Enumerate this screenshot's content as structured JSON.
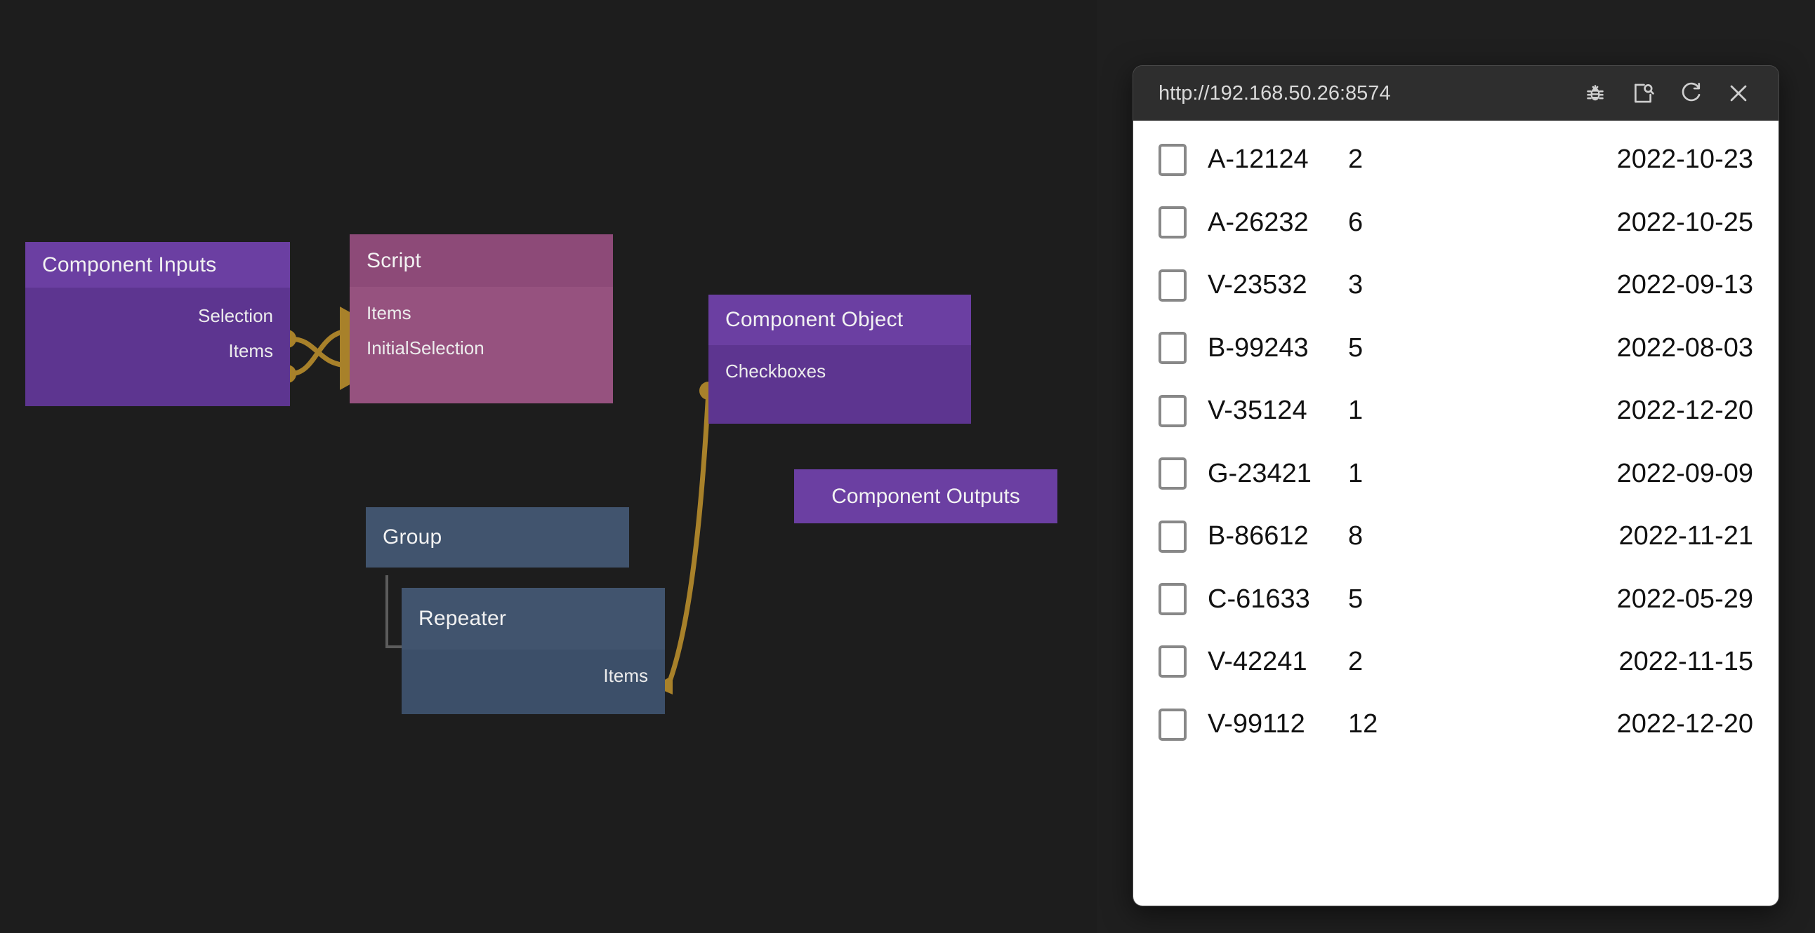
{
  "canvas": {
    "background_color": "#1d1d1d",
    "nodes": [
      {
        "id": "component-inputs",
        "title": "Component Inputs",
        "color": "#6b3fa2",
        "ports": [
          {
            "name": "Selection",
            "side": "out"
          },
          {
            "name": "Items",
            "side": "out"
          }
        ]
      },
      {
        "id": "script",
        "title": "Script",
        "color": "#8d4a78",
        "ports": [
          {
            "name": "Items",
            "side": "in"
          },
          {
            "name": "InitialSelection",
            "side": "in"
          }
        ]
      },
      {
        "id": "component-object",
        "title": "Component Object",
        "color": "#6b3fa2",
        "ports": [
          {
            "name": "Checkboxes",
            "side": "in"
          }
        ]
      },
      {
        "id": "component-outputs",
        "title": "Component Outputs",
        "color": "#6b3fa2",
        "ports": []
      },
      {
        "id": "group",
        "title": "Group",
        "color": "#41546e",
        "ports": []
      },
      {
        "id": "repeater",
        "title": "Repeater",
        "color": "#41546e",
        "ports": [
          {
            "name": "Items",
            "side": "out"
          }
        ]
      }
    ],
    "wire_color": "#a8812a",
    "connections": [
      {
        "from": "Component Inputs.Selection",
        "to": "Script.InitialSelection"
      },
      {
        "from": "Component Inputs.Items",
        "to": "Script.Items"
      },
      {
        "from": "Component Object.Checkboxes",
        "to": "Repeater.Items"
      }
    ]
  },
  "browser": {
    "url": "http://192.168.50.26:8574",
    "toolbar_icons": [
      {
        "name": "bug-icon",
        "label": "Debug"
      },
      {
        "name": "inspect-page-icon",
        "label": "Inspect"
      },
      {
        "name": "reload-icon",
        "label": "Reload"
      },
      {
        "name": "close-icon",
        "label": "Close"
      }
    ],
    "table": {
      "rows": [
        {
          "checked": false,
          "id": "A-12124",
          "qty": "2",
          "date": "2022-10-23"
        },
        {
          "checked": false,
          "id": "A-26232",
          "qty": "6",
          "date": "2022-10-25"
        },
        {
          "checked": false,
          "id": "V-23532",
          "qty": "3",
          "date": "2022-09-13"
        },
        {
          "checked": false,
          "id": "B-99243",
          "qty": "5",
          "date": "2022-08-03"
        },
        {
          "checked": false,
          "id": "V-35124",
          "qty": "1",
          "date": "2022-12-20"
        },
        {
          "checked": false,
          "id": "G-23421",
          "qty": "1",
          "date": "2022-09-09"
        },
        {
          "checked": false,
          "id": "B-86612",
          "qty": "8",
          "date": "2022-11-21"
        },
        {
          "checked": false,
          "id": "C-61633",
          "qty": "5",
          "date": "2022-05-29"
        },
        {
          "checked": false,
          "id": "V-42241",
          "qty": "2",
          "date": "2022-11-15"
        },
        {
          "checked": false,
          "id": "V-99112",
          "qty": "12",
          "date": "2022-12-20"
        }
      ]
    }
  }
}
